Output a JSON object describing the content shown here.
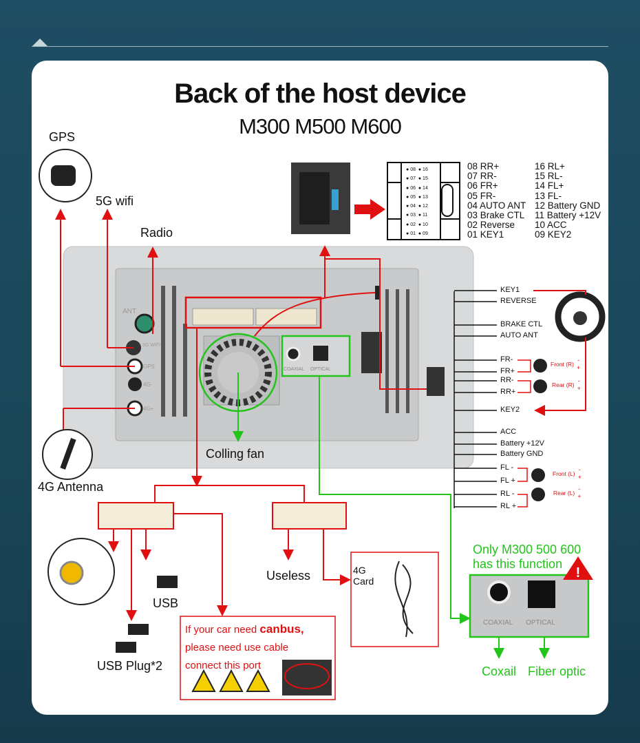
{
  "title": "Back of the host device",
  "subtitle": "M300 M500 M600",
  "labels": {
    "gps": "GPS",
    "wifi": "5G wifi",
    "radio": "Radio",
    "fan": "Colling fan",
    "antenna_4g": "4G Antenna",
    "usb": "USB",
    "usb_plug": "USB Plug*2",
    "useless": "Useless",
    "card_4g_line1": "4G",
    "card_4g_line2": "Card"
  },
  "device_ports": {
    "ant": "ANT",
    "wifi": "5G WIFI",
    "gps": "GPS",
    "g4_minus": "4G-",
    "g4_plus": "4G+",
    "coaxial": "COAXIAL",
    "optical": "OPTICAL"
  },
  "pinout": {
    "pins_left": [
      "08",
      "07",
      "06",
      "05",
      "04",
      "03",
      "02",
      "01"
    ],
    "pins_right": [
      "16",
      "15",
      "14",
      "13",
      "12",
      "11",
      "10",
      "09"
    ],
    "left": [
      "08 RR+",
      "07 RR-",
      "06 FR+",
      "05 FR-",
      "04 AUTO ANT",
      "03 Brake CTL",
      "02 Reverse",
      "01 KEY1"
    ],
    "right": [
      "16 RL+",
      "15 RL-",
      "14 FL+",
      "13 FL-",
      "12 Battery GND",
      "11 Battery +12V",
      "10 ACC",
      "09 KEY2"
    ]
  },
  "wiring": [
    "KEY1",
    "REVERSE",
    "BRAKE CTL",
    "AUTO ANT",
    "FR-",
    "FR+",
    "RR-",
    "RR+",
    "KEY2",
    "ACC",
    "Battery +12V",
    "Battery GND",
    "FL -",
    "FL +",
    "RL -",
    "RL +"
  ],
  "speakers": [
    {
      "name": "Front (R)",
      "minus": "-",
      "plus": "+"
    },
    {
      "name": "Rear (R)",
      "minus": "-",
      "plus": "+"
    },
    {
      "name": "Front (L)",
      "minus": "-",
      "plus": "+"
    },
    {
      "name": "Rear (L)",
      "minus": "-",
      "plus": "+"
    }
  ],
  "canbus": {
    "line1_pre": "If your car need ",
    "line1_bold": "canbus,",
    "line2": "please need use cable",
    "line3": "connect this port"
  },
  "optical_note": {
    "line1": "Only M300 500 600",
    "line2": "has this function",
    "coaxial": "Coxail",
    "fiber": "Fiber optic"
  },
  "colors": {
    "red": "#e01010",
    "green": "#22c41a",
    "background": "#1d4a5e"
  }
}
